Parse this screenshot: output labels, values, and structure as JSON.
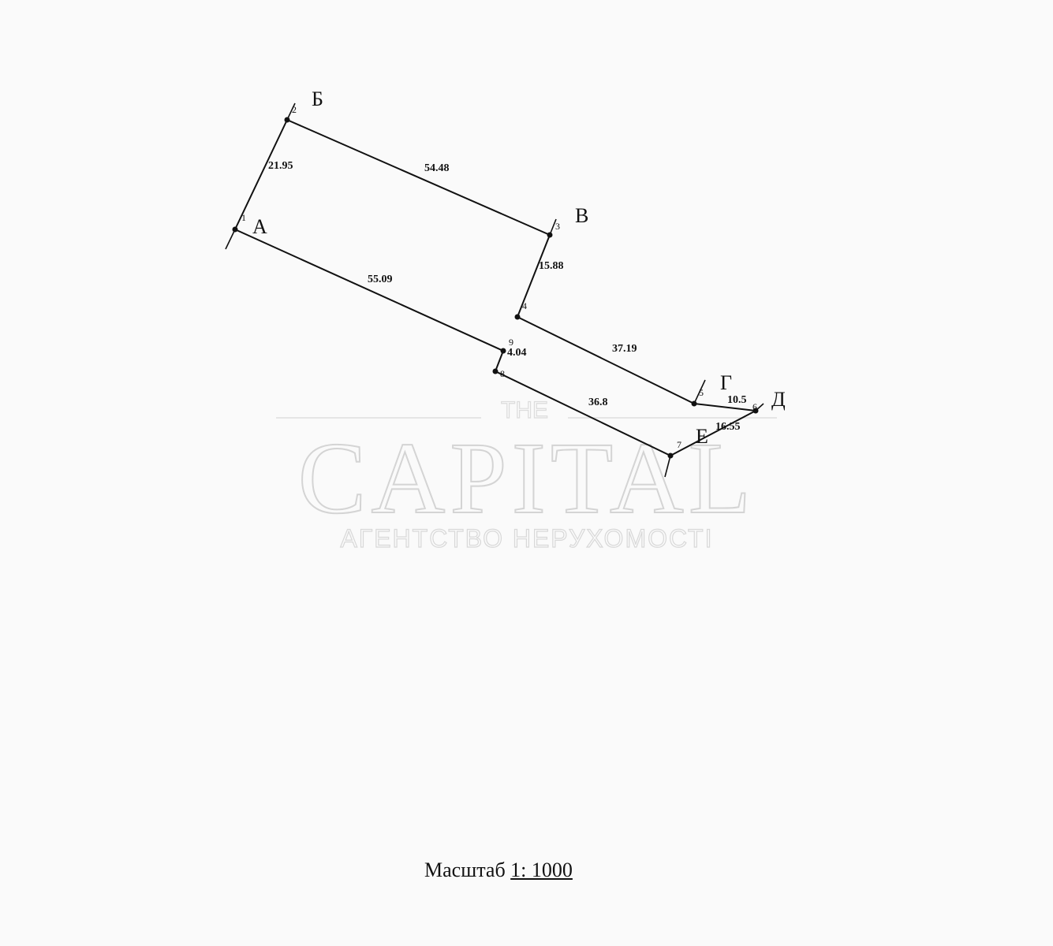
{
  "diagram": {
    "corners": [
      {
        "id": "a",
        "label": "А"
      },
      {
        "id": "b",
        "label": "Б"
      },
      {
        "id": "v",
        "label": "В"
      },
      {
        "id": "g",
        "label": "Г"
      },
      {
        "id": "d",
        "label": "Д"
      },
      {
        "id": "e",
        "label": "Е"
      }
    ],
    "vertices": [
      "1",
      "2",
      "3",
      "4",
      "5",
      "6",
      "7",
      "8",
      "9"
    ],
    "segments": [
      {
        "from": "1",
        "to": "2",
        "length": "21.95"
      },
      {
        "from": "2",
        "to": "3",
        "length": "54.48"
      },
      {
        "from": "3",
        "to": "4",
        "length": "15.88"
      },
      {
        "from": "4",
        "to": "5",
        "length": "37.19"
      },
      {
        "from": "5",
        "to": "6",
        "length": "10.5"
      },
      {
        "from": "6",
        "to": "7",
        "length": "16.55"
      },
      {
        "from": "7",
        "to": "8",
        "length": "36.8"
      },
      {
        "from": "8",
        "to": "9",
        "length": "4.04"
      },
      {
        "from": "9",
        "to": "1",
        "length": "55.09"
      }
    ]
  },
  "watermark": {
    "top": "THE",
    "main": "CAPITAL",
    "sub": "АГЕНТСТВО НЕРУХОМОСТІ"
  },
  "scale": {
    "label": "Масштаб",
    "value": "1: 1000"
  }
}
